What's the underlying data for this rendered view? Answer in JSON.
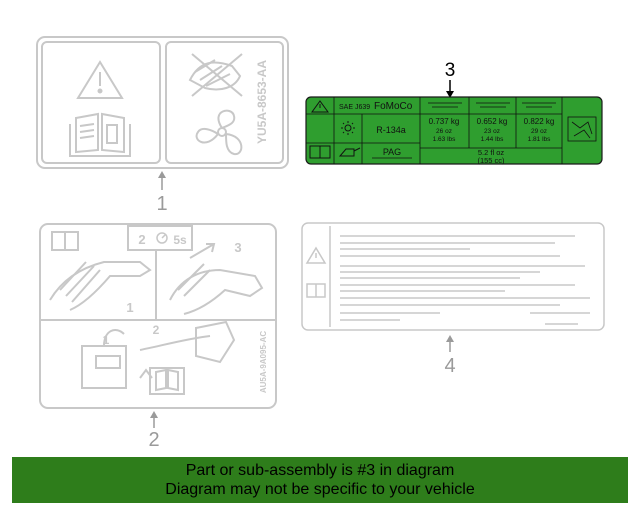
{
  "labels": {
    "item1": {
      "callout": "1",
      "part_number": "YU5A-8653-AA"
    },
    "item2": {
      "callout": "2",
      "step1": "1",
      "step2": "2",
      "step3": "3",
      "time": "5s",
      "part_number": "AU5A-9A095-AC"
    },
    "item3": {
      "callout": "3",
      "std": "SAE J639",
      "brand": "FoMoCo",
      "refrigerant": "R-134a",
      "oil": "PAG",
      "charge1": [
        "0.737 kg",
        "26 oz",
        "1.63 lbs"
      ],
      "charge2": [
        "0.652 kg",
        "23 oz",
        "1.44 lbs"
      ],
      "charge3": [
        "0.822 kg",
        "29 oz",
        "1.81 lbs"
      ],
      "oil_amount": [
        "5.2 fl oz",
        "(155 cc)"
      ]
    },
    "item4": {
      "callout": "4"
    }
  },
  "banner": {
    "line1": "Part or sub-assembly is #3 in diagram",
    "line2": "Diagram may not be specific to your vehicle"
  },
  "colors": {
    "label_green": "#2f9e2f",
    "banner_green": "#2e7d1b",
    "outline_gray": "#c8c8c8"
  }
}
